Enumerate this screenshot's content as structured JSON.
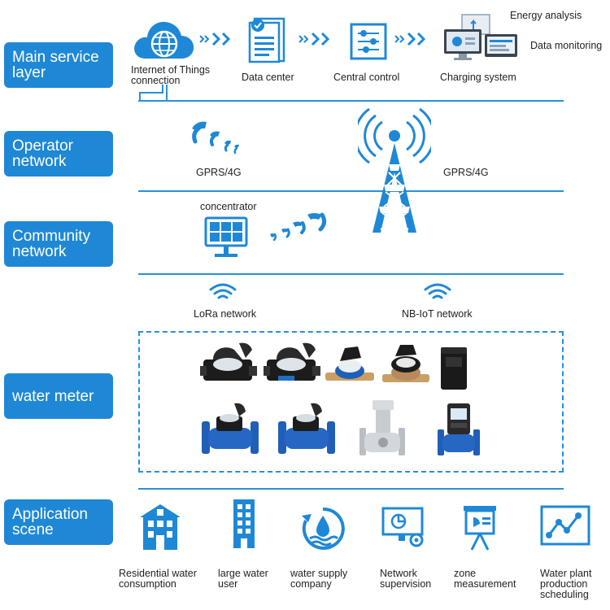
{
  "layers": {
    "main_service": "Main service layer",
    "operator_network": "Operator network",
    "community_network": "Community network",
    "water_meter": "water meter",
    "application_scene": "Application scene"
  },
  "main_service": {
    "iot": "Internet of Things connection",
    "data_center": "Data center",
    "central_control": "Central control",
    "charging_system": "Charging system",
    "energy_analysis": "Energy analysis",
    "data_monitoring": "Data monitoring"
  },
  "operator": {
    "gprs_left": "GPRS/4G",
    "gprs_right": "GPRS/4G"
  },
  "community": {
    "concentrator": "concentrator",
    "lora": "LoRa network",
    "nbiot": "NB-IoT network"
  },
  "application": {
    "items": [
      "Residential water consumption",
      "large water user",
      "water supply company",
      "Network supervision",
      "zone measurement",
      "Water plant production scheduling"
    ]
  },
  "colors": {
    "accent": "#1f88d6",
    "line": "#2a8fd8"
  }
}
